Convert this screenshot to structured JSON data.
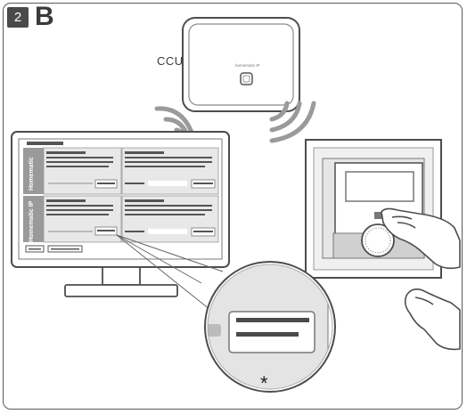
{
  "badge": {
    "step": "2",
    "section": "B"
  },
  "ccu": {
    "label": "CCU",
    "brand": "homematic IP"
  },
  "monitor": {
    "sidebar_labels": [
      "Homematic",
      "Homematic IP"
    ]
  },
  "callout": {
    "footnote": "*"
  }
}
